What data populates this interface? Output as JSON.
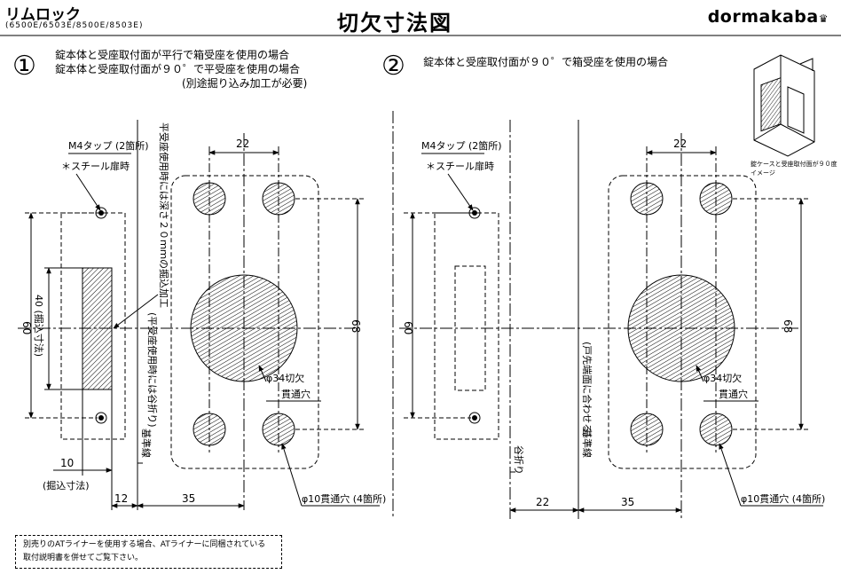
{
  "header": {
    "product_name": "リムロック",
    "models": "(6500E/6503E/8500E/8503E)",
    "title": "切欠寸法図",
    "brand": "dormakaba"
  },
  "case1": {
    "number": "①",
    "line1": "錠本体と受座取付面が平行で箱受座を使用の場合",
    "line2": "錠本体と受座取付面が９０゜で平受座を使用の場合",
    "line3": "(別途掘り込み加工が必要)",
    "m4_label": "M4タップ (2箇所)",
    "steel_note": "＊スチール扉時",
    "deep_cut_note": "平受座使用時には深さ２０ｍｍの掘込加工",
    "valley_note": "(平受座使用時には谷折り)",
    "baseline": "基準線",
    "dim_22": "22",
    "dim_60": "60",
    "dim_40": "40 (掘込寸法)",
    "dim_68": "68",
    "dim_10": "10",
    "dim_10_note": "(掘込寸法)",
    "dim_12": "12",
    "dim_35": "35",
    "phi34": "φ34切欠",
    "through": "貫通穴",
    "phi10": "φ10貫通穴 (4箇所)"
  },
  "case2": {
    "number": "②",
    "line1": "錠本体と受座取付面が９０゜で箱受座を使用の場合",
    "m4_label": "M4タップ (2箇所)",
    "steel_note": "＊スチール扉時",
    "valley": "谷折り",
    "baseline": "基準線",
    "door_note": "(戸先端面に合わせる)",
    "dim_22_top": "22",
    "dim_60": "60",
    "dim_68": "68",
    "dim_22_bottom": "22",
    "dim_35": "35",
    "phi34": "φ34切欠",
    "through": "貫通穴",
    "phi10": "φ10貫通穴 (4箇所)"
  },
  "inset": {
    "caption1": "錠ケースと受座取付面が９０度",
    "caption2": "イメージ"
  },
  "footer": {
    "note_line1": "別売りのATライナーを使用する場合、ATライナーに同梱されている",
    "note_line2": "取付説明書を併せてご覧下さい。"
  }
}
